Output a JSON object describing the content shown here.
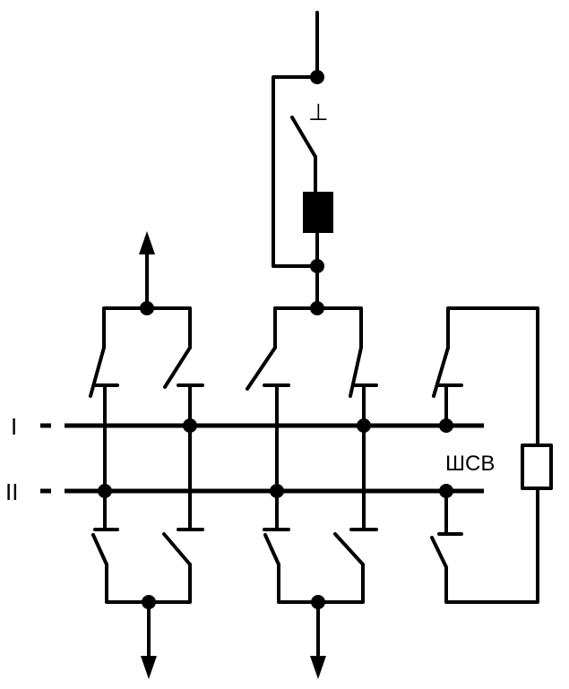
{
  "diagram": {
    "bus_labels": [
      "I",
      "II"
    ],
    "sectional_breaker_label": "ШСВ",
    "ground_symbol": "⊥"
  }
}
